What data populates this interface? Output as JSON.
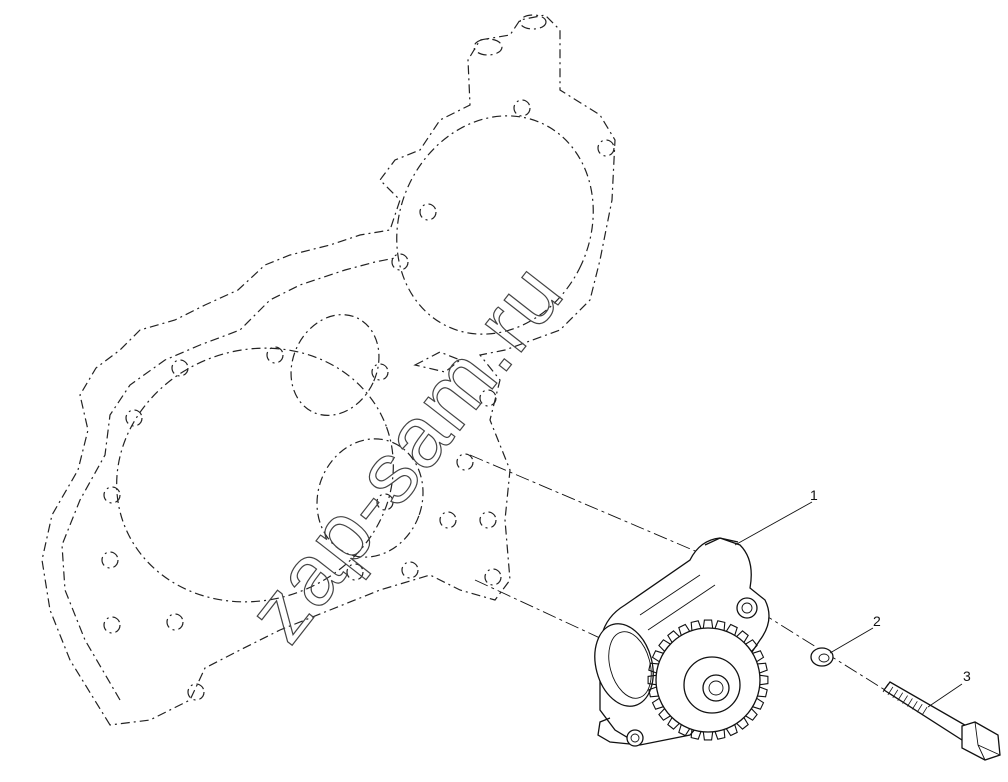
{
  "watermark": "zap-sam.ru",
  "callouts": [
    {
      "label": "1"
    },
    {
      "label": "2"
    },
    {
      "label": "3"
    }
  ],
  "colors": {
    "line": "#111111",
    "hidden": "#222222",
    "watermark": "#444444"
  }
}
